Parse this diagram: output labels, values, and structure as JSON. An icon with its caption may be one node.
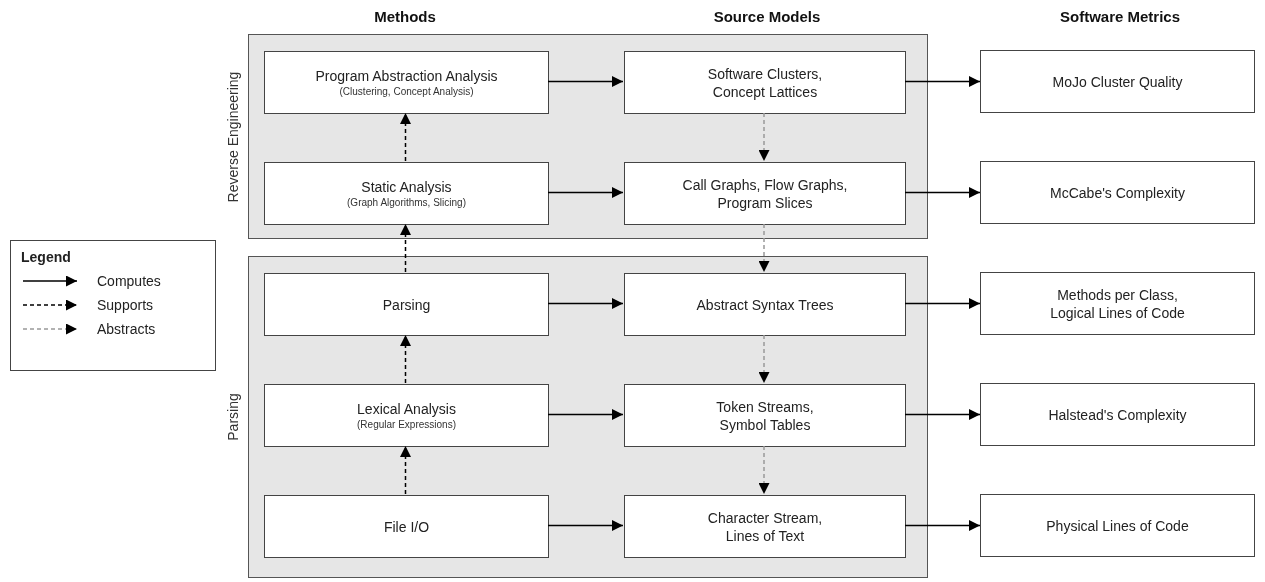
{
  "diagram": {
    "nodes": [
      {
        "text": [
          "Reverse Engineering"
        ]
      },
      {
        "text": [
          "Program Abstraction Analysis",
          "(Clustering, Concept Analysis)"
        ],
        "in": 0
      },
      {
        "text": [
          "Software Clusters, Concept Lattices"
        ],
        "in": 0
      },
      {
        "text": [
          "Static Analysis",
          "(Graph Algorithms, Slicing)"
        ],
        "in": 0
      },
      {
        "text": [
          "Call Graphs, Flow Graphs, Program Slices"
        ],
        "in": 0
      },
      {
        "text": [
          "Parsing"
        ]
      },
      {
        "text": [
          "Parsing"
        ],
        "in": 5
      },
      {
        "text": [
          "Abstract Syntax Trees"
        ],
        "in": 5
      },
      {
        "text": [
          "Lexical Analysis",
          "(Regular Expressions)"
        ],
        "in": 5
      },
      {
        "text": [
          "Token Streams, Symbol Tables"
        ],
        "in": 5
      },
      {
        "text": [
          "File I/O"
        ],
        "in": 5
      },
      {
        "text": [
          "Character Stream, Lines of Text"
        ],
        "in": 5
      },
      {
        "text": [
          "MoJo Cluster Quality"
        ]
      },
      {
        "text": [
          "McCabe's Complexity"
        ]
      },
      {
        "text": [
          "Methods per Class, Logical Lines of Code"
        ]
      },
      {
        "text": [
          "Halstead's Complexity"
        ]
      },
      {
        "text": [
          "Physical Lines of Code"
        ]
      }
    ],
    "edges": [
      {
        "from": 1,
        "to": 2,
        "arrow": "to"
      },
      {
        "from": 2,
        "to": 12,
        "arrow": "to"
      },
      {
        "from": 3,
        "to": 4,
        "arrow": "to"
      },
      {
        "from": 4,
        "to": 13,
        "arrow": "to"
      },
      {
        "from": 6,
        "to": 7,
        "arrow": "to"
      },
      {
        "from": 7,
        "to": 14,
        "arrow": "to"
      },
      {
        "from": 8,
        "to": 9,
        "arrow": "to"
      },
      {
        "from": 9,
        "to": 15,
        "arrow": "to"
      },
      {
        "from": 10,
        "to": 11,
        "arrow": "to"
      },
      {
        "from": 11,
        "to": 16,
        "arrow": "to"
      },
      {
        "from": 3,
        "to": 1,
        "arrow": "to",
        "style": "dashed"
      },
      {
        "from": 6,
        "to": 3,
        "arrow": "to",
        "style": "dashed"
      },
      {
        "from": 8,
        "to": 6,
        "arrow": "to",
        "style": "dashed"
      },
      {
        "from": 10,
        "to": 8,
        "arrow": "to",
        "style": "dashed"
      },
      {
        "from": 2,
        "to": 4,
        "arrow": "to",
        "style": "dashed",
        "color": "#999999"
      },
      {
        "from": 4,
        "to": 7,
        "arrow": "to",
        "style": "dashed",
        "color": "#999999"
      },
      {
        "from": 7,
        "to": 9,
        "arrow": "to",
        "style": "dashed",
        "color": "#999999"
      },
      {
        "from": 9,
        "to": 11,
        "arrow": "to",
        "style": "dashed",
        "color": "#999999"
      }
    ],
    "labels": [
      "Methods",
      "Source Models",
      "Software Metrics",
      "Legend"
    ],
    "legend": [
      {
        "text": "Computes"
      },
      {
        "text": "Supports"
      },
      {
        "text": "Abstracts"
      }
    ]
  }
}
